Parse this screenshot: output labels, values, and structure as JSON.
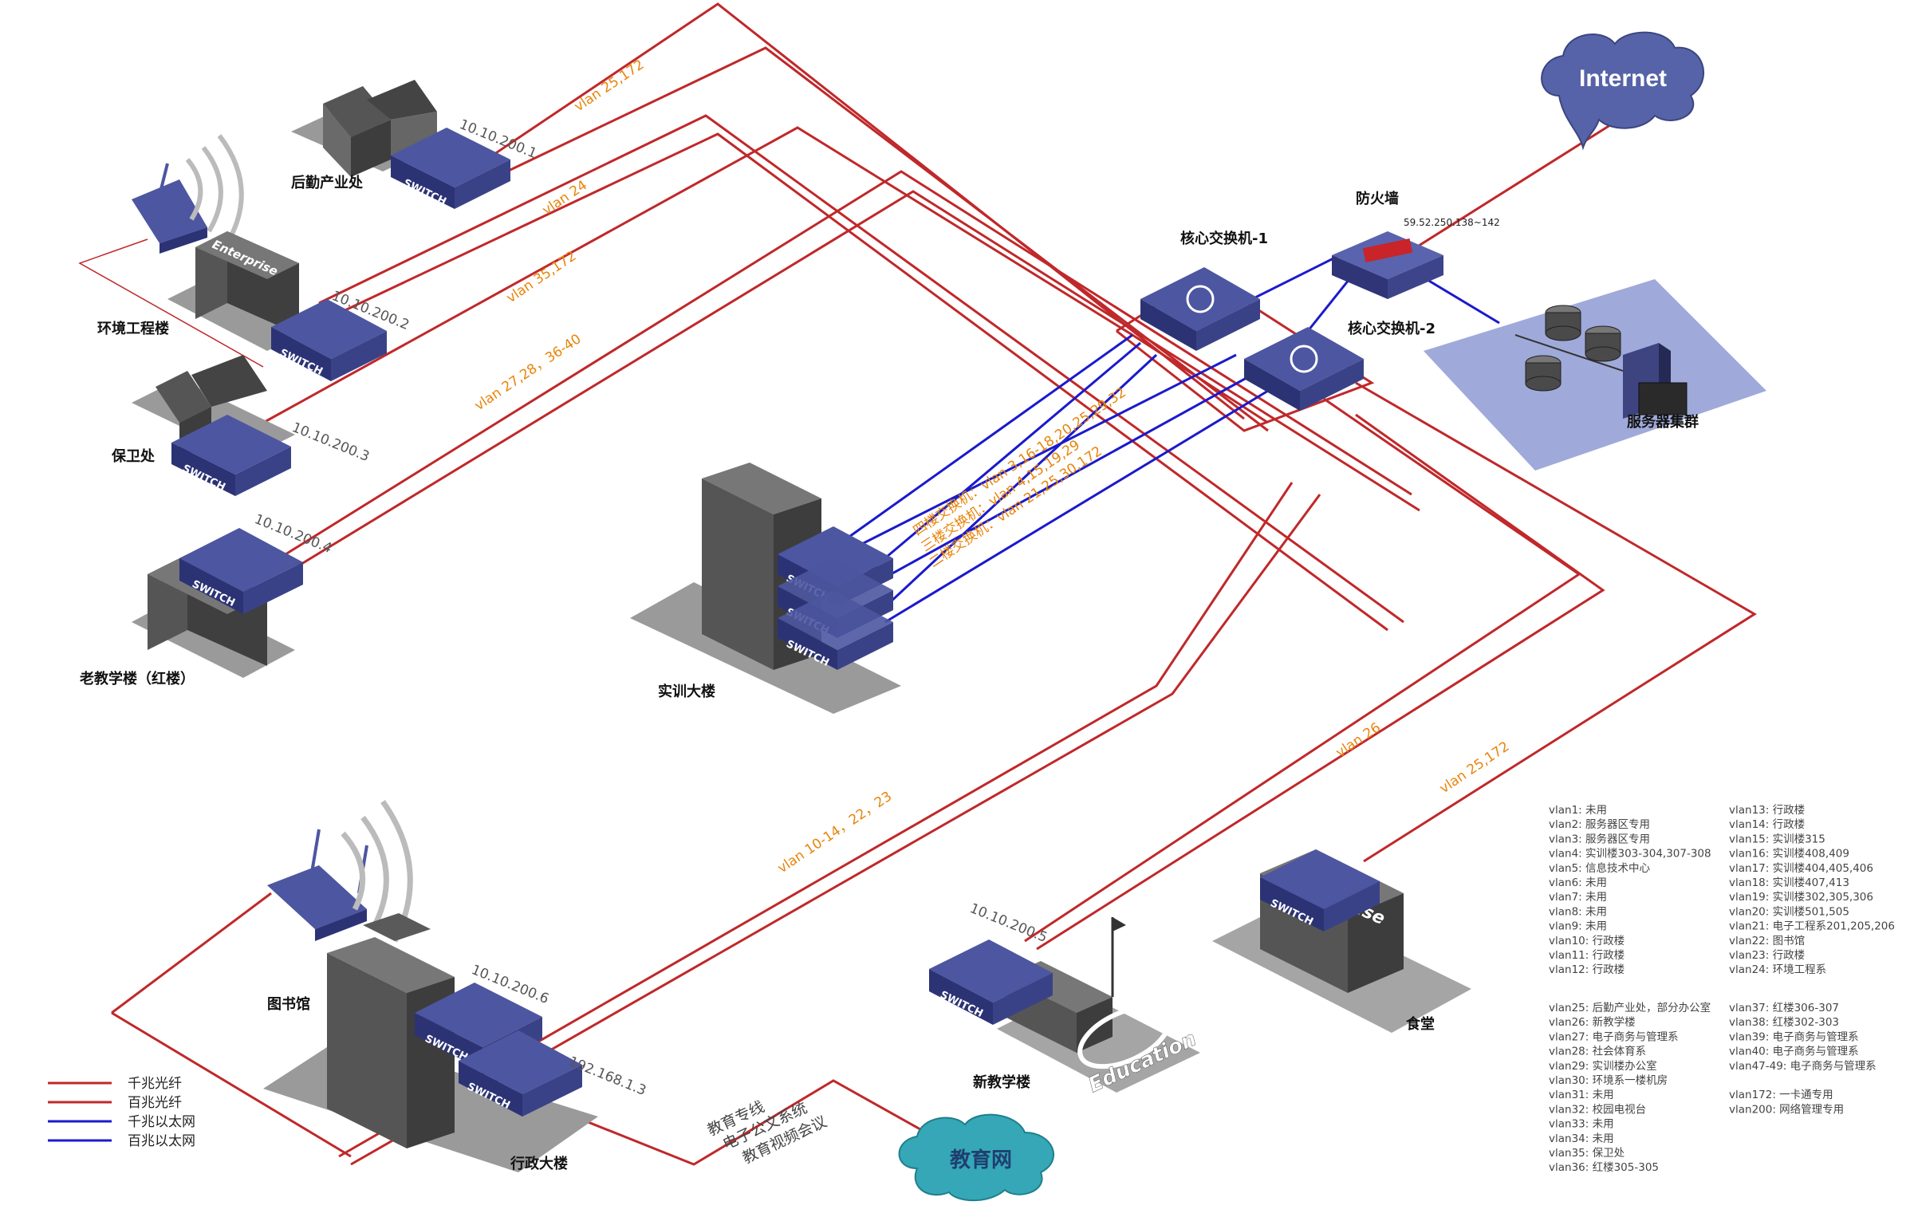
{
  "nodes": {
    "internet": "Internet",
    "firewall": "防火墙",
    "firewall_ip": "59.52.250.138~142",
    "core1": "核心交换机-1",
    "core2": "核心交换机-2",
    "server_cluster": "服务器集群",
    "logistics": "后勤产业处",
    "env": "环境工程楼",
    "security": "保卫处",
    "old_teaching": "老教学楼（红楼）",
    "training": "实训大楼",
    "library": "图书馆",
    "admin": "行政大楼",
    "edu_net": "教育网",
    "new_teaching": "新教学楼",
    "canteen": "食堂"
  },
  "ips": {
    "logistics": "10.10.200.1",
    "env": "10.10.200.2",
    "security": "10.10.200.3",
    "old_teaching": "10.10.200.4",
    "new_teaching": "10.10.200.5",
    "library": "10.10.200.6",
    "admin": "192.168.1.3"
  },
  "link_labels": {
    "l1": "vlan 25,172",
    "l2": "vlan 24",
    "l3": "vlan 35,172",
    "l4": "vlan 27,28，36-40",
    "l5": "vlan 10-14，22，23",
    "l6": "vlan 26",
    "l7": "vlan 25,172",
    "t4": "四楼交换机：vlan 3,16-18,20,25,29,32",
    "t3": "三楼交换机：vlan 4,15,19,29",
    "t2": "二楼交换机：vlan 21,25,30,172"
  },
  "edu_lines": [
    "教育专线",
    "电子公文系统",
    "教育视频会议"
  ],
  "device_texts": {
    "switch": "SWITCH",
    "enterprise": "Enterprise",
    "education": "Education",
    "canteen_sign": "ise"
  },
  "legend": [
    {
      "label": "千兆光纤",
      "color": "#c0282a"
    },
    {
      "label": "百兆光纤",
      "color": "#c0282a"
    },
    {
      "label": "千兆以太网",
      "color": "#1a1acc"
    },
    {
      "label": "百兆以太网",
      "color": "#1a1acc"
    }
  ],
  "vlan_col1": [
    "vlan1: 未用",
    "vlan2: 服务器区专用",
    "vlan3: 服务器区专用",
    "vlan4: 实训楼303-304,307-308",
    "vlan5: 信息技术中心",
    "vlan6: 未用",
    "vlan7: 未用",
    "vlan8: 未用",
    "vlan9: 未用",
    "vlan10: 行政楼",
    "vlan11: 行政楼",
    "vlan12: 行政楼"
  ],
  "vlan_col2": [
    "vlan13: 行政楼",
    "vlan14: 行政楼",
    "vlan15: 实训楼315",
    "vlan16: 实训楼408,409",
    "vlan17: 实训楼404,405,406",
    "vlan18: 实训楼407,413",
    "vlan19: 实训楼302,305,306",
    "vlan20: 实训楼501,505",
    "vlan21: 电子工程系201,205,206",
    "vlan22: 图书馆",
    "vlan23: 行政楼",
    "vlan24: 环境工程系"
  ],
  "vlan_col3": [
    "vlan25: 后勤产业处，部分办公室",
    "vlan26: 新教学楼",
    "vlan27: 电子商务与管理系",
    "vlan28: 社会体育系",
    "vlan29: 实训楼办公室",
    "vlan30: 环境系一楼机房",
    "vlan31: 未用",
    "vlan32: 校园电视台",
    "vlan33: 未用",
    "vlan34: 未用",
    "vlan35: 保卫处",
    "vlan36: 红楼305-305"
  ],
  "vlan_col4": [
    "vlan37: 红楼306-307",
    "vlan38: 红楼302-303",
    "vlan39: 电子商务与管理系",
    "vlan40: 电子商务与管理系",
    "vlan47-49: 电子商务与管理系",
    "",
    "vlan172: 一卡通专用",
    "vlan200: 网络管理专用"
  ],
  "colors": {
    "fiber": "#c0282a",
    "ethernet": "#1a1acc",
    "switch_top": "#4d56a0",
    "switch_side": "#2c3375",
    "orange_text": "#e8840a",
    "cloud_internet": "#5663a8",
    "cloud_edu": "#35a7b6"
  }
}
